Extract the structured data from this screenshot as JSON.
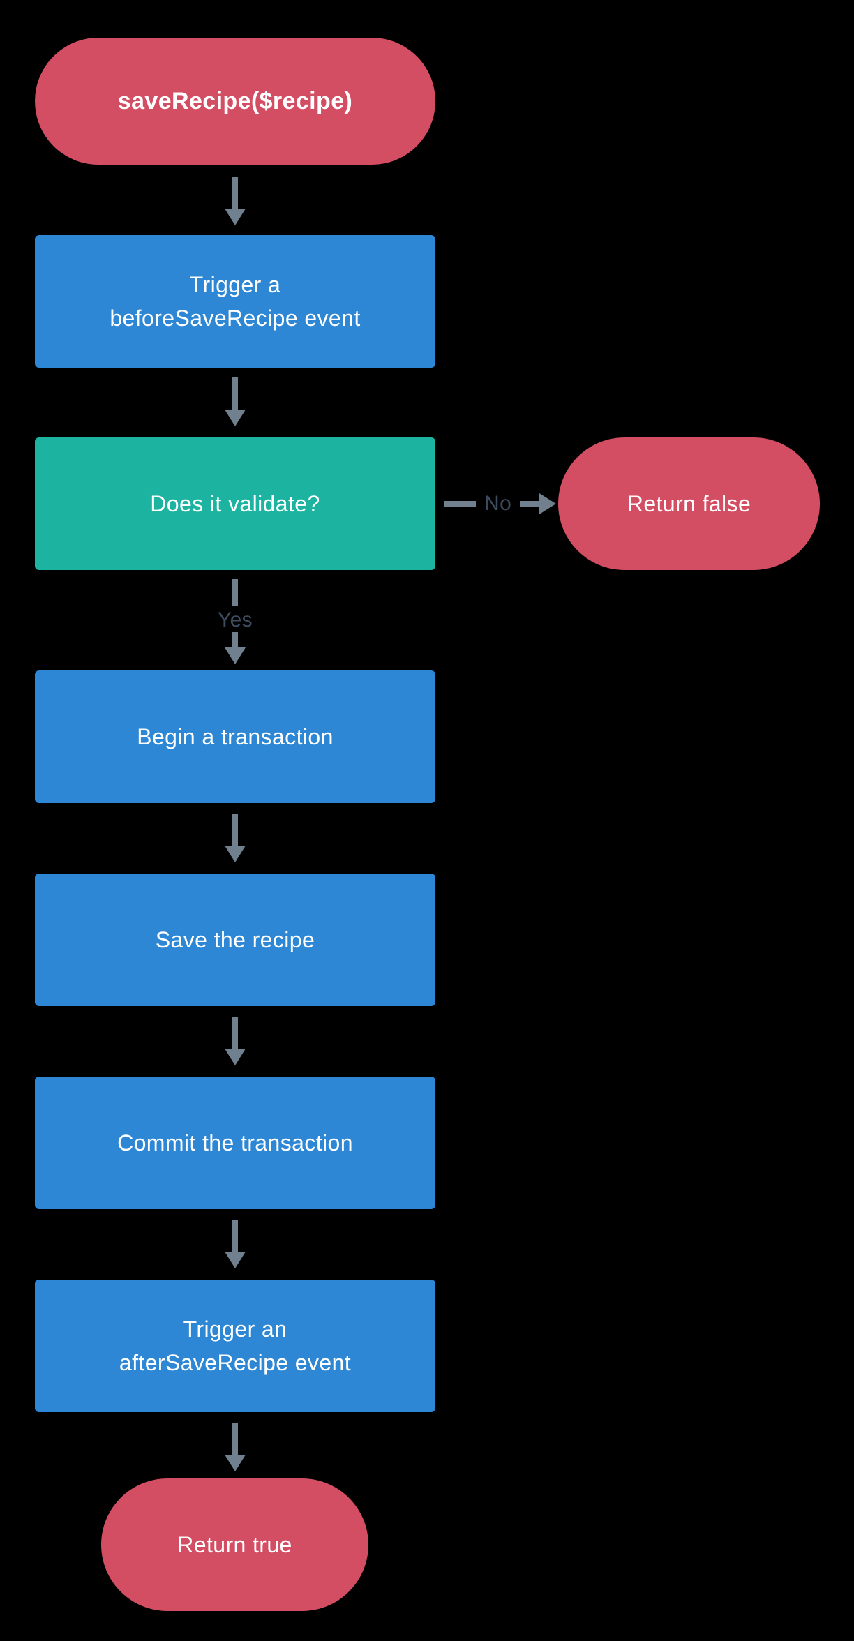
{
  "diagram": {
    "title_node": "saveRecipe($recipe)",
    "colors": {
      "background": "#000000",
      "terminal": "#d34d63",
      "process": "#2e87d4",
      "decision": "#1db3a1",
      "arrow": "#71808f",
      "edge_label": "#3d4c5e",
      "text": "#ffffff"
    },
    "nodes": {
      "start": {
        "type": "terminal",
        "label": "saveRecipe($recipe)"
      },
      "trigger_before": {
        "type": "process",
        "label": "Trigger a\nbeforeSaveRecipe event"
      },
      "validate": {
        "type": "decision",
        "label": "Does it validate?"
      },
      "return_false": {
        "type": "terminal",
        "label": "Return false"
      },
      "begin_transaction": {
        "type": "process",
        "label": "Begin a transaction"
      },
      "save_recipe": {
        "type": "process",
        "label": "Save the recipe"
      },
      "commit_transaction": {
        "type": "process",
        "label": "Commit the transaction"
      },
      "trigger_after": {
        "type": "process",
        "label": "Trigger an\nafterSaveRecipe event"
      },
      "return_true": {
        "type": "terminal",
        "label": "Return true"
      }
    },
    "edges": {
      "no_label": "No",
      "yes_label": "Yes"
    }
  }
}
